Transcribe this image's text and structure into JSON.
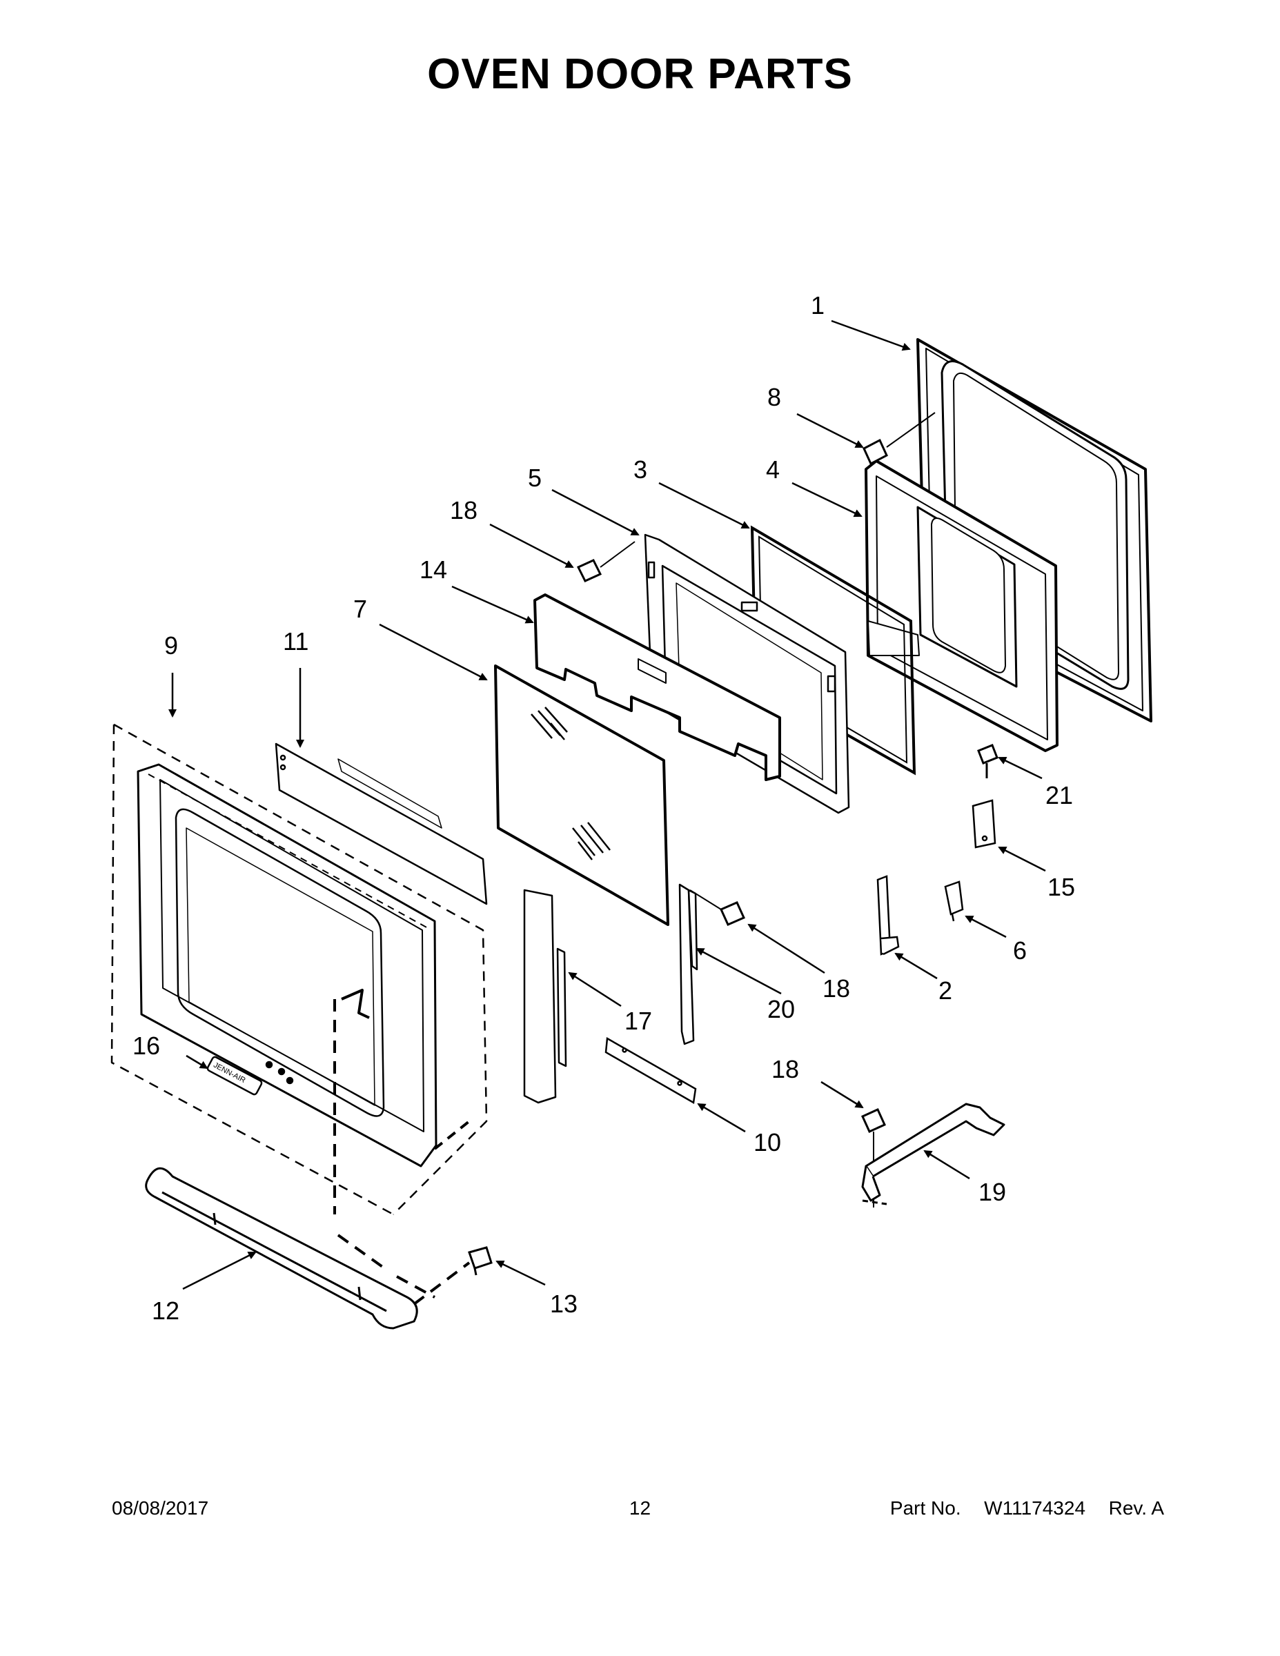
{
  "title": "OVEN DOOR PARTS",
  "parts": {
    "p1": "1",
    "p2": "2",
    "p3": "3",
    "p4": "4",
    "p5": "5",
    "p6": "6",
    "p7": "7",
    "p8": "8",
    "p9": "9",
    "p10": "10",
    "p11": "11",
    "p12": "12",
    "p13": "13",
    "p14": "14",
    "p15": "15",
    "p16": "16",
    "p17": "17",
    "p18": "18",
    "p19": "19",
    "p20": "20",
    "p21": "21"
  },
  "brand_logo": "JENN-AIR",
  "footer": {
    "date": "08/08/2017",
    "page": "12",
    "part_no_label": "Part No.",
    "part_no": "W11174324",
    "rev": "Rev. A"
  }
}
